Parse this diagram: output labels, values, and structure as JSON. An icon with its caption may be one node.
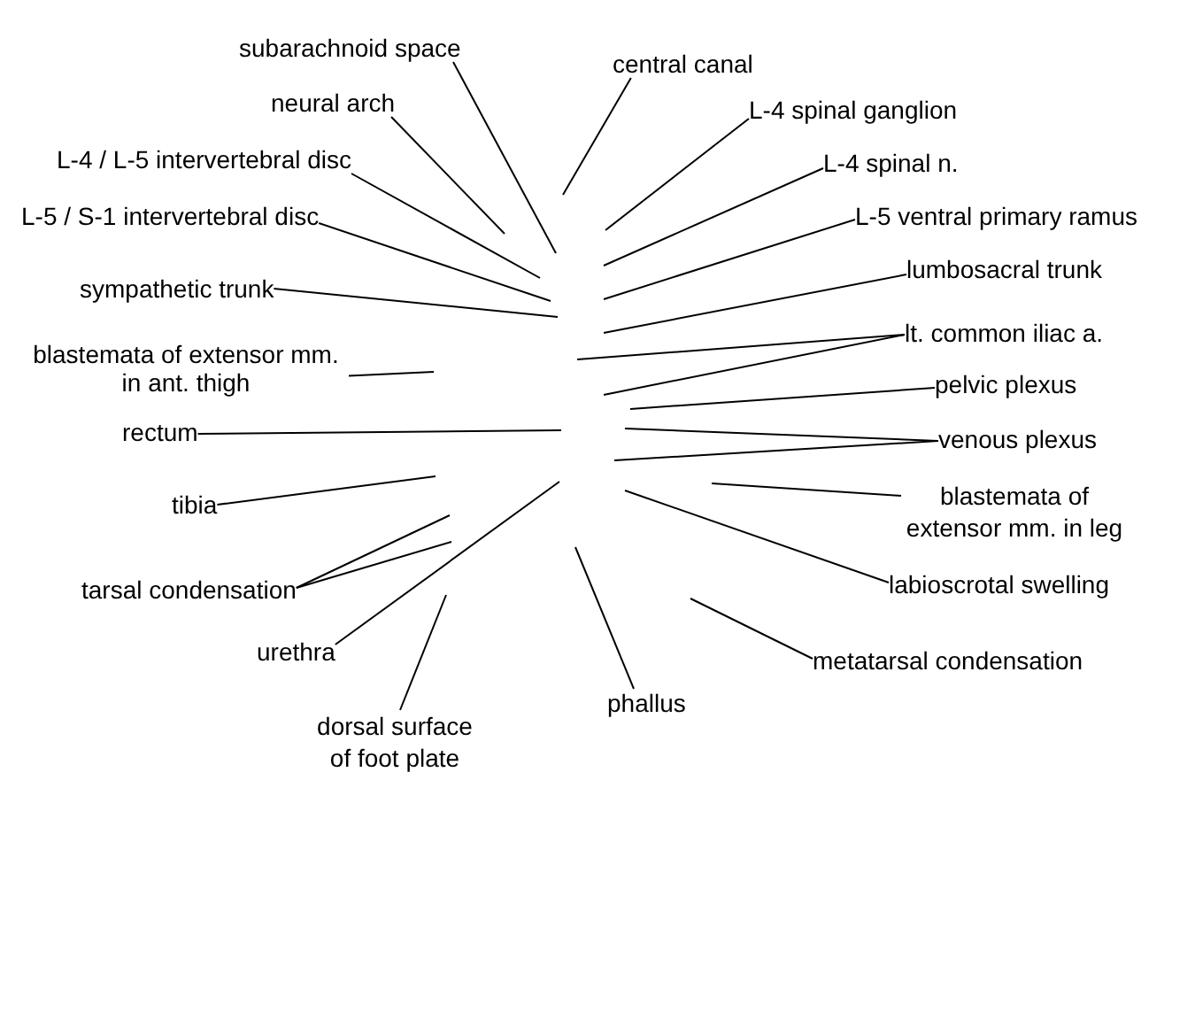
{
  "diagram": {
    "nodes": [
      {
        "text": [
          "subarachnoid space"
        ]
      },
      {
        "text": [
          "central canal"
        ]
      },
      {
        "text": [
          "neural arch"
        ]
      },
      {
        "text": [
          "L-4 spinal ganglion"
        ]
      },
      {
        "text": [
          "L-4 / L-5 intervertebral disc"
        ]
      },
      {
        "text": [
          "L-4 spinal n."
        ]
      },
      {
        "text": [
          "L-5 / S-1 intervertebral disc"
        ]
      },
      {
        "text": [
          "L-5 ventral primary ramus"
        ]
      },
      {
        "text": [
          "sympathetic trunk"
        ]
      },
      {
        "text": [
          "lumbosacral trunk"
        ]
      },
      {
        "text": [
          "blastemata of extensor mm. in ant. thigh"
        ]
      },
      {
        "text": [
          "lt. common iliac a."
        ]
      },
      {
        "text": [
          "pelvic plexus"
        ]
      },
      {
        "text": [
          "rectum"
        ]
      },
      {
        "text": [
          "venous plexus"
        ]
      },
      {
        "text": [
          "blastemata of extensor mm. in leg"
        ]
      },
      {
        "text": [
          "tibia"
        ]
      },
      {
        "text": [
          "tarsal condensation"
        ]
      },
      {
        "text": [
          "labioscrotal swelling"
        ]
      },
      {
        "text": [
          "urethra"
        ]
      },
      {
        "text": [
          "metatarsal condensation"
        ]
      },
      {
        "text": [
          "phallus"
        ]
      },
      {
        "text": [
          "dorsal surface of foot plate"
        ]
      }
    ],
    "edges": [
      {
        "from": 0,
        "to": null,
        "arrow": "none"
      },
      {
        "from": 1,
        "to": null,
        "arrow": "none"
      },
      {
        "from": 2,
        "to": null,
        "arrow": "none"
      },
      {
        "from": 3,
        "to": null,
        "arrow": "none"
      },
      {
        "from": 4,
        "to": null,
        "arrow": "none"
      },
      {
        "from": 5,
        "to": null,
        "arrow": "none"
      },
      {
        "from": 6,
        "to": null,
        "arrow": "none"
      },
      {
        "from": 7,
        "to": null,
        "arrow": "none"
      },
      {
        "from": 8,
        "to": null,
        "arrow": "none"
      },
      {
        "from": 9,
        "to": null,
        "arrow": "none"
      },
      {
        "from": 10,
        "to": null,
        "arrow": "none"
      },
      {
        "from": 11,
        "to": null,
        "arrow": "none"
      },
      {
        "from": 11,
        "to": null,
        "arrow": "none"
      },
      {
        "from": 12,
        "to": null,
        "arrow": "none"
      },
      {
        "from": 13,
        "to": null,
        "arrow": "none"
      },
      {
        "from": 14,
        "to": null,
        "arrow": "none"
      },
      {
        "from": 14,
        "to": null,
        "arrow": "none"
      },
      {
        "from": 15,
        "to": null,
        "arrow": "none"
      },
      {
        "from": 16,
        "to": null,
        "arrow": "none"
      },
      {
        "from": 17,
        "to": null,
        "arrow": "none"
      },
      {
        "from": 17,
        "to": null,
        "arrow": "none"
      },
      {
        "from": 18,
        "to": null,
        "arrow": "none"
      },
      {
        "from": 19,
        "to": null,
        "arrow": "none"
      },
      {
        "from": 20,
        "to": null,
        "arrow": "none"
      },
      {
        "from": 21,
        "to": null,
        "arrow": "none"
      },
      {
        "from": 22,
        "to": null,
        "arrow": "none"
      }
    ]
  }
}
